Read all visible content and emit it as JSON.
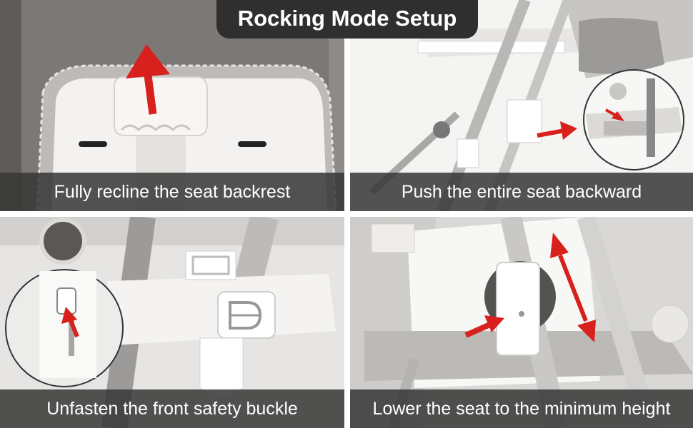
{
  "title": "Rocking Mode Setup",
  "panels": [
    {
      "caption": "Fully recline the seat backrest"
    },
    {
      "caption": "Push the entire seat backward"
    },
    {
      "caption": "Unfasten the front safety buckle"
    },
    {
      "caption": "Lower the seat to the minimum height"
    }
  ],
  "colors": {
    "arrow": "#d8201c",
    "banner": "#2f2f2f",
    "caption_bg": "#373737"
  }
}
